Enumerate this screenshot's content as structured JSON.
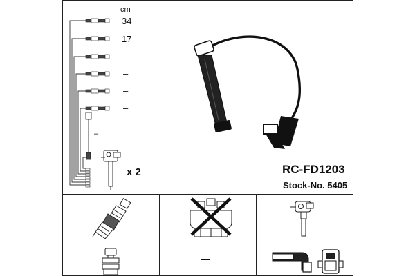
{
  "header": {
    "unit_label": "cm"
  },
  "lengths": [
    "34",
    "17",
    "–",
    "–",
    "–",
    "–"
  ],
  "coil_dash": "–",
  "quantity_label": "x 2",
  "product": {
    "code": "RC-FD1203",
    "stock_label": "Stock-No. 5405"
  },
  "bottom": {
    "middle_lower_label": "—"
  },
  "icons": {
    "main_cable": "ignition-cable-icon",
    "coil_connector": "ignition-coil-icon",
    "spark_plug": "spark-plug-icon",
    "plug_terminal": "spark-plug-terminal-icon",
    "distributor_cap_crossed": "distributor-cap-crossed-icon",
    "coil_on_plug": "coil-on-plug-icon",
    "angled_boot_and_connector": "angled-boot-connector-icon"
  }
}
